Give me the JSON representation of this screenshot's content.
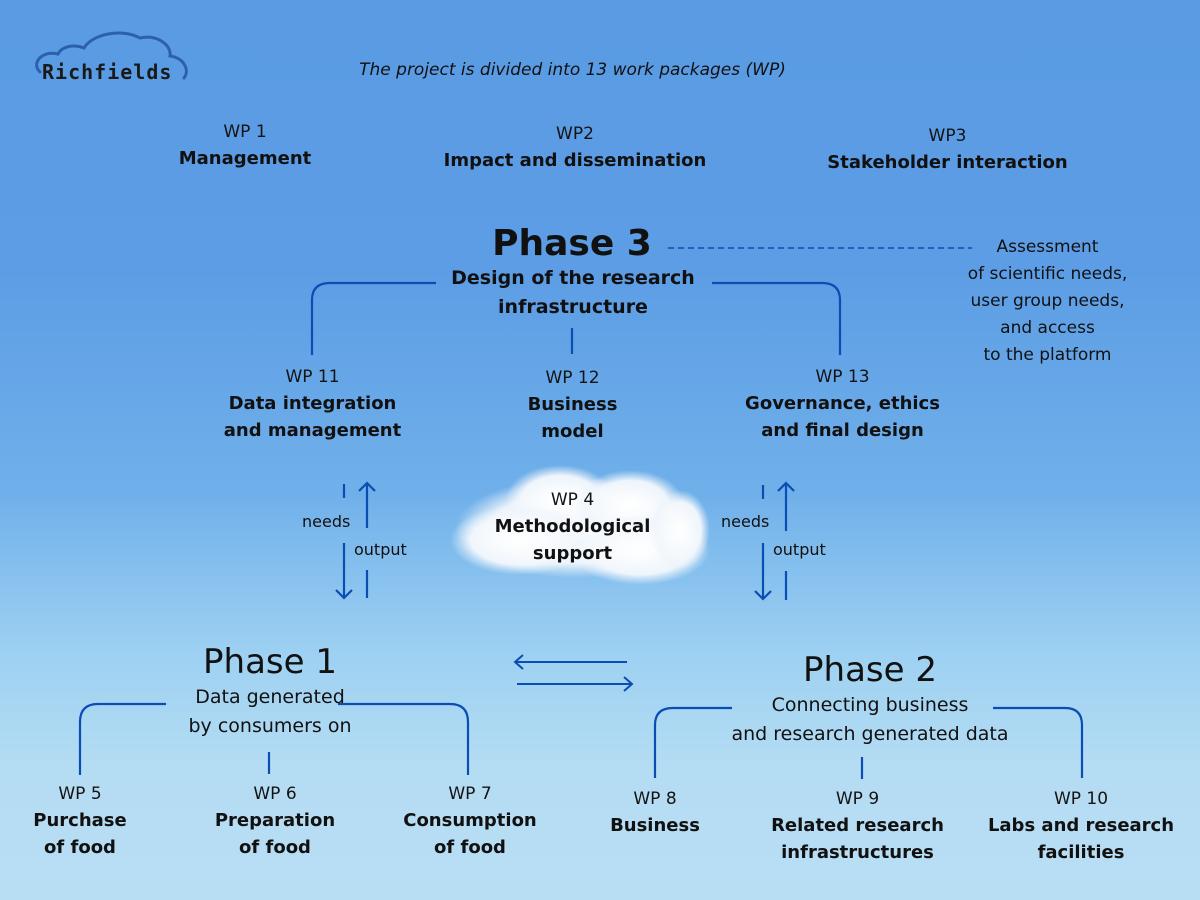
{
  "logo": {
    "text": "Richfields"
  },
  "header": {
    "title": "The project is divided into 13 work packages (WP)"
  },
  "top_wps": [
    {
      "num": "WP 1",
      "title": "Management"
    },
    {
      "num": "WP2",
      "title": "Impact and dissemination"
    },
    {
      "num": "WP3",
      "title": "Stakeholder interaction"
    }
  ],
  "phase3": {
    "title": "Phase 3",
    "subtitle_line1": "Design of the research",
    "subtitle_line2": "infrastructure",
    "note_lines": [
      "Assessment",
      "of scientific needs,",
      "user group needs,",
      "and access",
      "to the platform"
    ],
    "wps": [
      {
        "num": "WP 11",
        "line1": "Data integration",
        "line2": "and management"
      },
      {
        "num": "WP 12",
        "line1": "Business",
        "line2": "model"
      },
      {
        "num": "WP 13",
        "line1": "Governance, ethics",
        "line2": "and final design"
      }
    ]
  },
  "wp4": {
    "num": "WP 4",
    "line1": "Methodological",
    "line2": "support"
  },
  "flow_labels": {
    "needs": "needs",
    "output": "output"
  },
  "phase1": {
    "title": "Phase 1",
    "subtitle_line1": "Data generated",
    "subtitle_line2": "by consumers on",
    "wps": [
      {
        "num": "WP 5",
        "line1": "Purchase",
        "line2": "of food"
      },
      {
        "num": "WP 6",
        "line1": "Preparation",
        "line2": "of food"
      },
      {
        "num": "WP 7",
        "line1": "Consumption",
        "line2": "of food"
      }
    ]
  },
  "phase2": {
    "title": "Phase 2",
    "subtitle_line1": "Connecting business",
    "subtitle_line2": "and research generated data",
    "wps": [
      {
        "num": "WP 8",
        "line1": "Business",
        "line2": ""
      },
      {
        "num": "WP 9",
        "line1": "Related research",
        "line2": "infrastructures"
      },
      {
        "num": "WP 10",
        "line1": "Labs and research",
        "line2": "facilities"
      }
    ]
  },
  "colors": {
    "line": "#0a4db3",
    "text": "#111111"
  }
}
